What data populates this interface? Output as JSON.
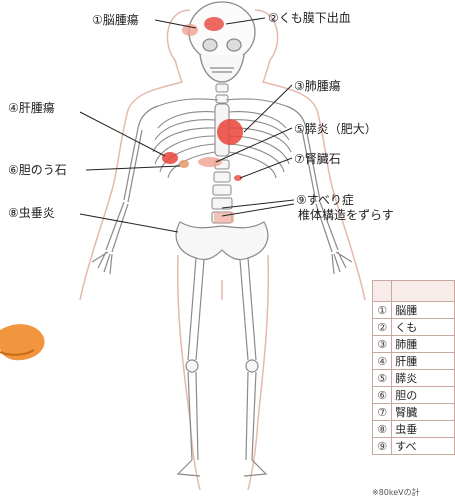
{
  "labels": [
    {
      "id": "1",
      "text": "①脳腫瘍"
    },
    {
      "id": "2",
      "text": "②くも膜下出血"
    },
    {
      "id": "3",
      "text": "③肺腫瘍"
    },
    {
      "id": "4",
      "text": "④肝腫瘍"
    },
    {
      "id": "5",
      "text": "⑤膵炎（肥大）"
    },
    {
      "id": "6",
      "text": "⑥胆のう石"
    },
    {
      "id": "7",
      "text": "⑦腎臓石"
    },
    {
      "id": "8",
      "text": "⑧虫垂炎"
    },
    {
      "id": "9",
      "text": "⑨すべり症"
    }
  ],
  "label_9_sub": "椎体構造をずらす",
  "table": {
    "header": [
      "",
      ""
    ],
    "rows": [
      {
        "num": "①",
        "name": "脳腫"
      },
      {
        "num": "②",
        "name": "くも"
      },
      {
        "num": "③",
        "name": "肺腫"
      },
      {
        "num": "④",
        "name": "肝腫"
      },
      {
        "num": "⑤",
        "name": "膵炎"
      },
      {
        "num": "⑥",
        "name": "胆の"
      },
      {
        "num": "⑦",
        "name": "腎臓"
      },
      {
        "num": "⑧",
        "name": "虫垂"
      },
      {
        "num": "⑨",
        "name": "すべ"
      }
    ]
  },
  "footnote": "※80keVの計",
  "colors": {
    "bone_outline": "#8a8a8a",
    "body_outline": "#e6b9ad",
    "lesion": "#e8433a",
    "lesion_soft": "#f0a090"
  }
}
